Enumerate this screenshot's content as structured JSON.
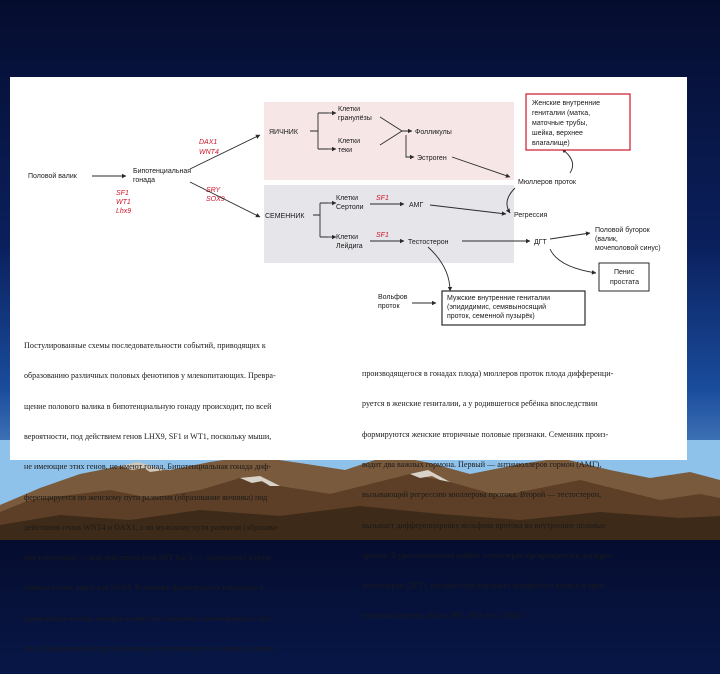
{
  "colors": {
    "panel_bg": "#ffffff",
    "ovary_band": "#f6e6e6",
    "testis_band": "#e6e6ea",
    "factor_red": "#d0152b",
    "box_border_red": "#d0152b",
    "line": "#2a2a2a"
  },
  "diagram": {
    "gonadal_ridge": "Половой валик",
    "bipotential_gonad_line1": "Бипотенциальная",
    "bipotential_gonad_line2": "гонада",
    "factors_left": [
      "SF1",
      "WT1",
      "Lhx9"
    ],
    "factors_ovary": [
      "DAX1",
      "WNT4"
    ],
    "factors_testis": [
      "SRY",
      "SOX9"
    ],
    "ovary_label": "ЯИЧНИК",
    "testis_label": "СЕМЕННИК",
    "granulosa_line1": "Клетки",
    "granulosa_line2": "гранулёзы",
    "theca_line1": "Клетки",
    "theca_line2": "теки",
    "follicles": "Фолликулы",
    "estrogen": "Эстроген",
    "sertoli_line1": "Клетки",
    "sertoli_line2": "Сертоли",
    "leydig_line1": "Клетки",
    "leydig_line2": "Лейдига",
    "sf1_sertoli": "SF1",
    "sf1_leydig": "SF1",
    "amh": "АМГ",
    "testosterone": "Тестостерон",
    "mullerian_duct": "Мюллеров проток",
    "regression": "Регрессия",
    "dht": "ДГТ",
    "female_internal_box": [
      "Женские внутренние",
      "гениталии (матка,",
      "маточные трубы,",
      "шейка, верхнее",
      "влагалище)"
    ],
    "genital_tubercle": [
      "Половой бугорок",
      "(валик,",
      "мочеполовой синус)"
    ],
    "penis_prostate_box": [
      "Пенис",
      "простата"
    ],
    "wolffian_duct": [
      "Вольфов",
      "проток"
    ],
    "male_internal_box": [
      "Мужские внутренние гениталии",
      "(эпидидимис, семявыносящий",
      "проток, семенной пузырёк)"
    ]
  },
  "caption": {
    "left_lines": [
      "Постулированные схемы последовательности событий, приводящих к",
      "образованию различных половых фенотипов у млекопитающих. Превра-",
      "щение полового валика в бипотенциальную гонаду происходит, по всей",
      "вероятности, под действием генов LHX9, SF1 и WT1, поскольку мыши,",
      "не имеющие этих генов, не имеют гонад. Бипотенциальная гонада диф-",
      "ференцируется по женскому пути развития (образование яичника) под",
      "действием генов WNT4 и DAX1, а по мужскому пути развития (образова-",
      "ние семенника) — под действием гена SRY (на Y — хромосоме) и ауто-",
      "сомных генов, таких как SOX9. В яичнике формируются текальные и",
      "гранулёзные клетки, которые совместно способны синтезировать эстро",
      "ген. Под влиянием эстрогена (сначала поступающего от матери, а потом"
    ],
    "right_lines": [
      "производящегося в гонадах плода) мюллеров проток плода дифференци-",
      "руется в женские гениталии, а у родившегося ребёнка впоследствии",
      "формируются женские вторичные половые признаки. Семенник произ-",
      "водит два важных гормона. Первый — антимюллеров гормон (АМГ),",
      "вызывающий регрессию мюллерова протока. Второй — тестостерон,",
      "вызывает дифференцировку вольфова протока во внутренние половые",
      "органы. В урогенитальном районе тестостерон превращается в дигидро-",
      "тестостерон (ДГТ), который обуславливает морфогенез пениса и прос-",
      "тательной железы (Marx 1995, Birk et al. 2000.)"
    ]
  }
}
